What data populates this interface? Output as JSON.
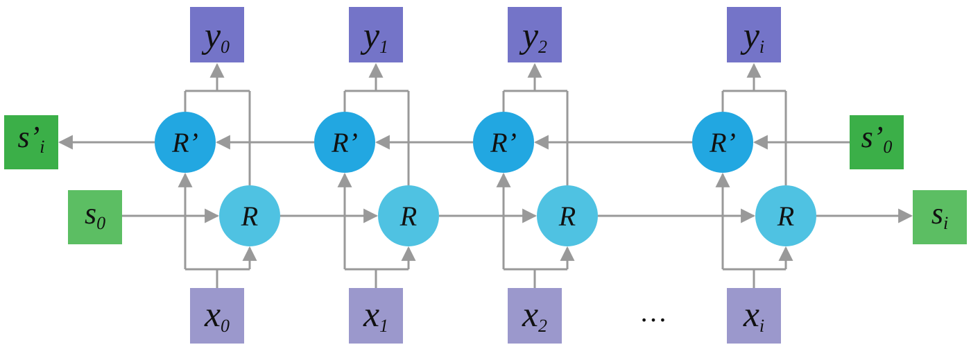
{
  "colors": {
    "output_box": "#7474C8",
    "input_box": "#9B98CC",
    "state_box_forward": "#5CBE63",
    "state_box_backward": "#3BAF48",
    "cell_forward": "#4FC2E2",
    "cell_backward": "#22A7E1",
    "connector": "#999999"
  },
  "outputs": [
    {
      "base": "y",
      "sub": "0"
    },
    {
      "base": "y",
      "sub": "1"
    },
    {
      "base": "y",
      "sub": "2"
    },
    {
      "base": "y",
      "sub": "i"
    }
  ],
  "inputs": [
    {
      "base": "x",
      "sub": "0"
    },
    {
      "base": "x",
      "sub": "1"
    },
    {
      "base": "x",
      "sub": "2"
    },
    {
      "base": "x",
      "sub": "i"
    }
  ],
  "forward_cell_label": "R",
  "backward_cell_label": "R’",
  "states": {
    "forward_initial": {
      "base": "s",
      "sub": "0"
    },
    "forward_final": {
      "base": "s",
      "sub": "i"
    },
    "backward_initial": {
      "base": "s’",
      "sub": "0"
    },
    "backward_final": {
      "base": "s’",
      "sub": "i"
    }
  },
  "ellipsis": "…"
}
